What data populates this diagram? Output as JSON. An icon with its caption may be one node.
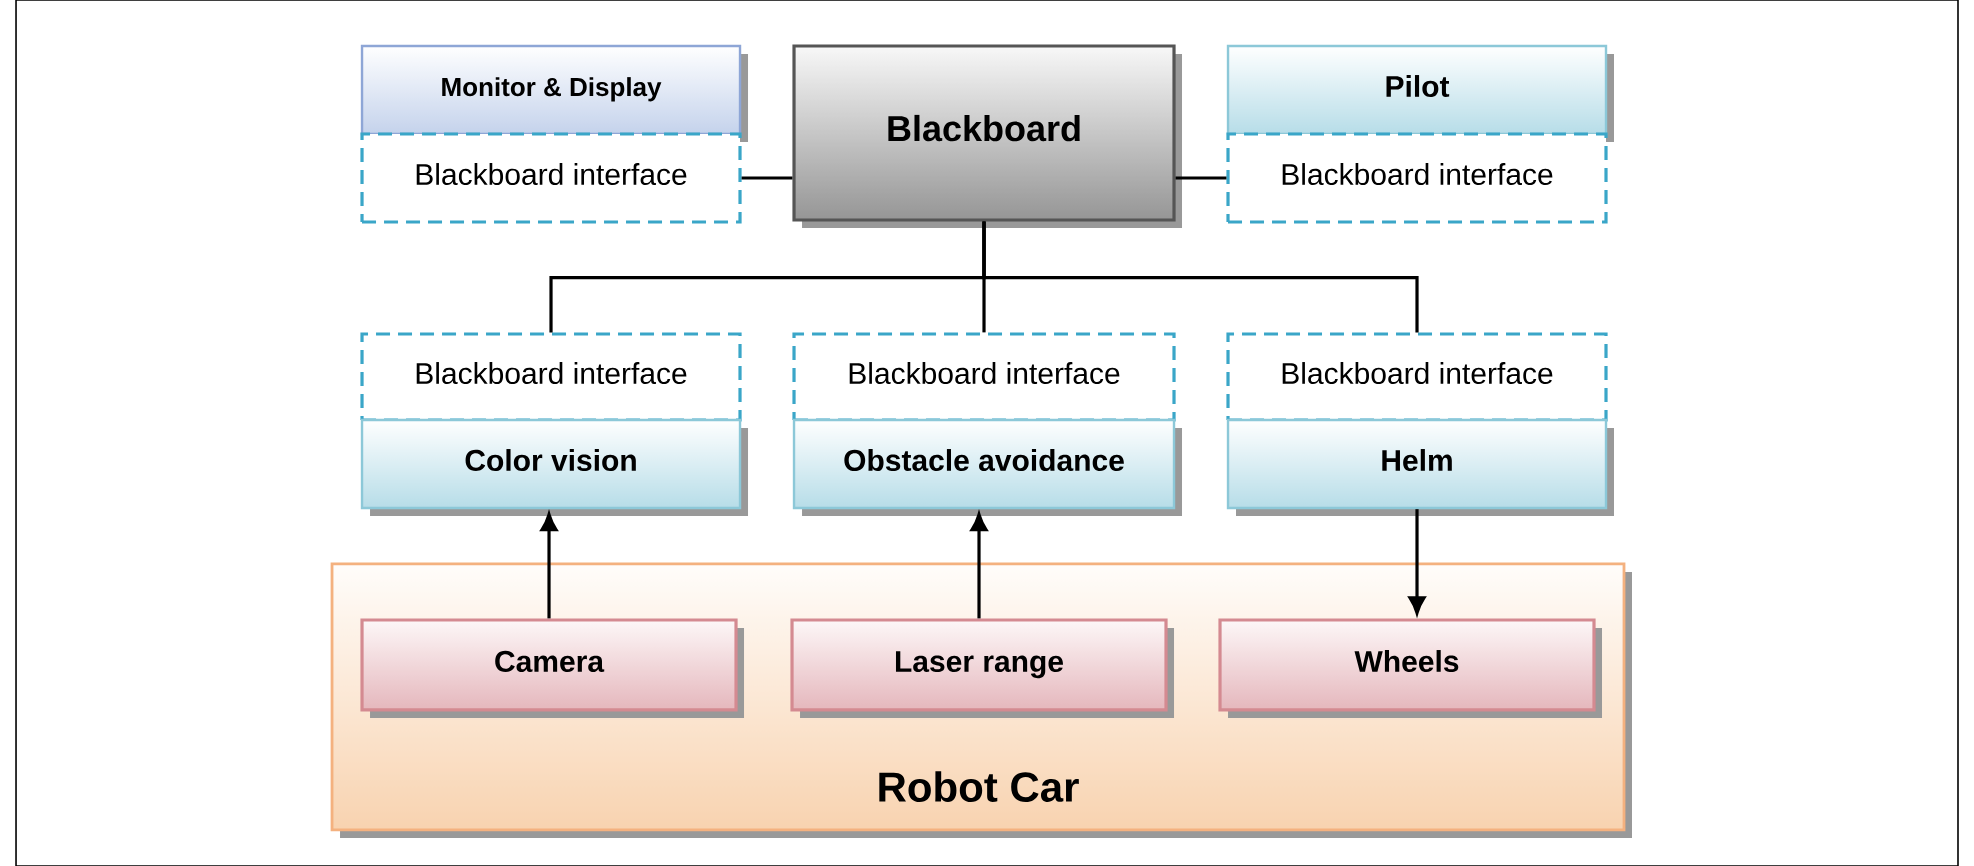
{
  "diagram": {
    "nodes": [
      {
        "text": [
          "Monitor & Display"
        ]
      },
      {
        "text": [
          "Blackboard interface"
        ]
      },
      {
        "text": [
          "Blackboard"
        ]
      },
      {
        "text": [
          "Pilot"
        ]
      },
      {
        "text": [
          "Blackboard interface"
        ]
      },
      {
        "text": [
          "Blackboard interface"
        ]
      },
      {
        "text": [
          "Color vision"
        ]
      },
      {
        "text": [
          "Blackboard interface"
        ]
      },
      {
        "text": [
          "Obstacle avoidance"
        ]
      },
      {
        "text": [
          "Blackboard interface"
        ]
      },
      {
        "text": [
          "Helm"
        ]
      },
      {
        "text": [
          "Robot Car"
        ]
      },
      {
        "text": [
          "Camera"
        ],
        "in": 11
      },
      {
        "text": [
          "Laser range"
        ],
        "in": 11
      },
      {
        "text": [
          "Wheels"
        ],
        "in": 11
      }
    ],
    "edges": [
      {
        "from": 1,
        "to": 2,
        "arrow": "none"
      },
      {
        "from": 2,
        "to": 4,
        "arrow": "none"
      },
      {
        "from": 2,
        "to": 5,
        "arrow": "none"
      },
      {
        "from": 2,
        "to": 7,
        "arrow": "none"
      },
      {
        "from": 2,
        "to": 9,
        "arrow": "none"
      },
      {
        "from": 12,
        "to": 6,
        "arrow": "to"
      },
      {
        "from": 13,
        "to": 8,
        "arrow": "to"
      },
      {
        "from": 10,
        "to": 14,
        "arrow": "to"
      }
    ]
  }
}
